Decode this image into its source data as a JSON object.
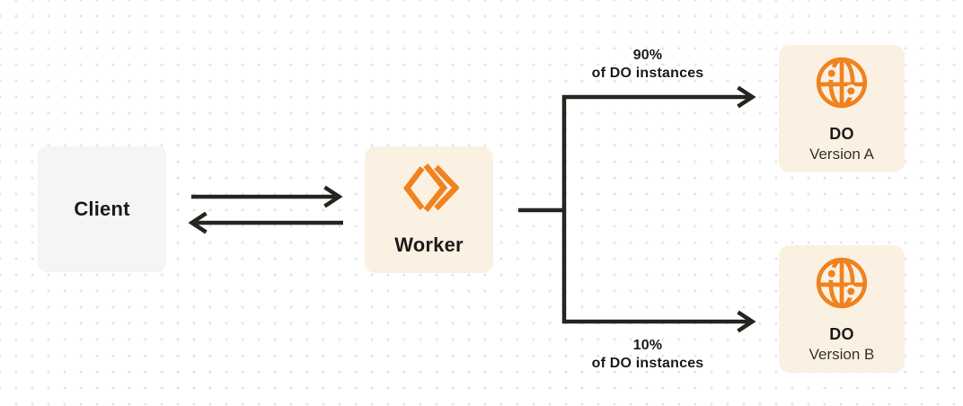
{
  "theme": {
    "background": "#ffffff",
    "dot_color": "#e5e5e8",
    "accent_orange": "#f0821f",
    "line_color": "#27231f",
    "cream_box": "#fbf1e3",
    "gray_box": "#f5f5f6",
    "text_primary": "#1d1b18",
    "text_secondary": "#37332e"
  },
  "nodes": {
    "client": {
      "label": "Client"
    },
    "worker": {
      "label": "Worker",
      "icon": "cloudflare-workers-icon"
    },
    "do_version_a": {
      "title": "DO",
      "subtitle": "Version A",
      "icon": "durable-object-globe-icon"
    },
    "do_version_b": {
      "title": "DO",
      "subtitle": "Version B",
      "icon": "durable-object-globe-icon"
    }
  },
  "edges": {
    "top_branch": {
      "percent": "90%",
      "caption": "of DO instances"
    },
    "bottom_branch": {
      "percent": "10%",
      "caption": "of DO instances"
    }
  }
}
